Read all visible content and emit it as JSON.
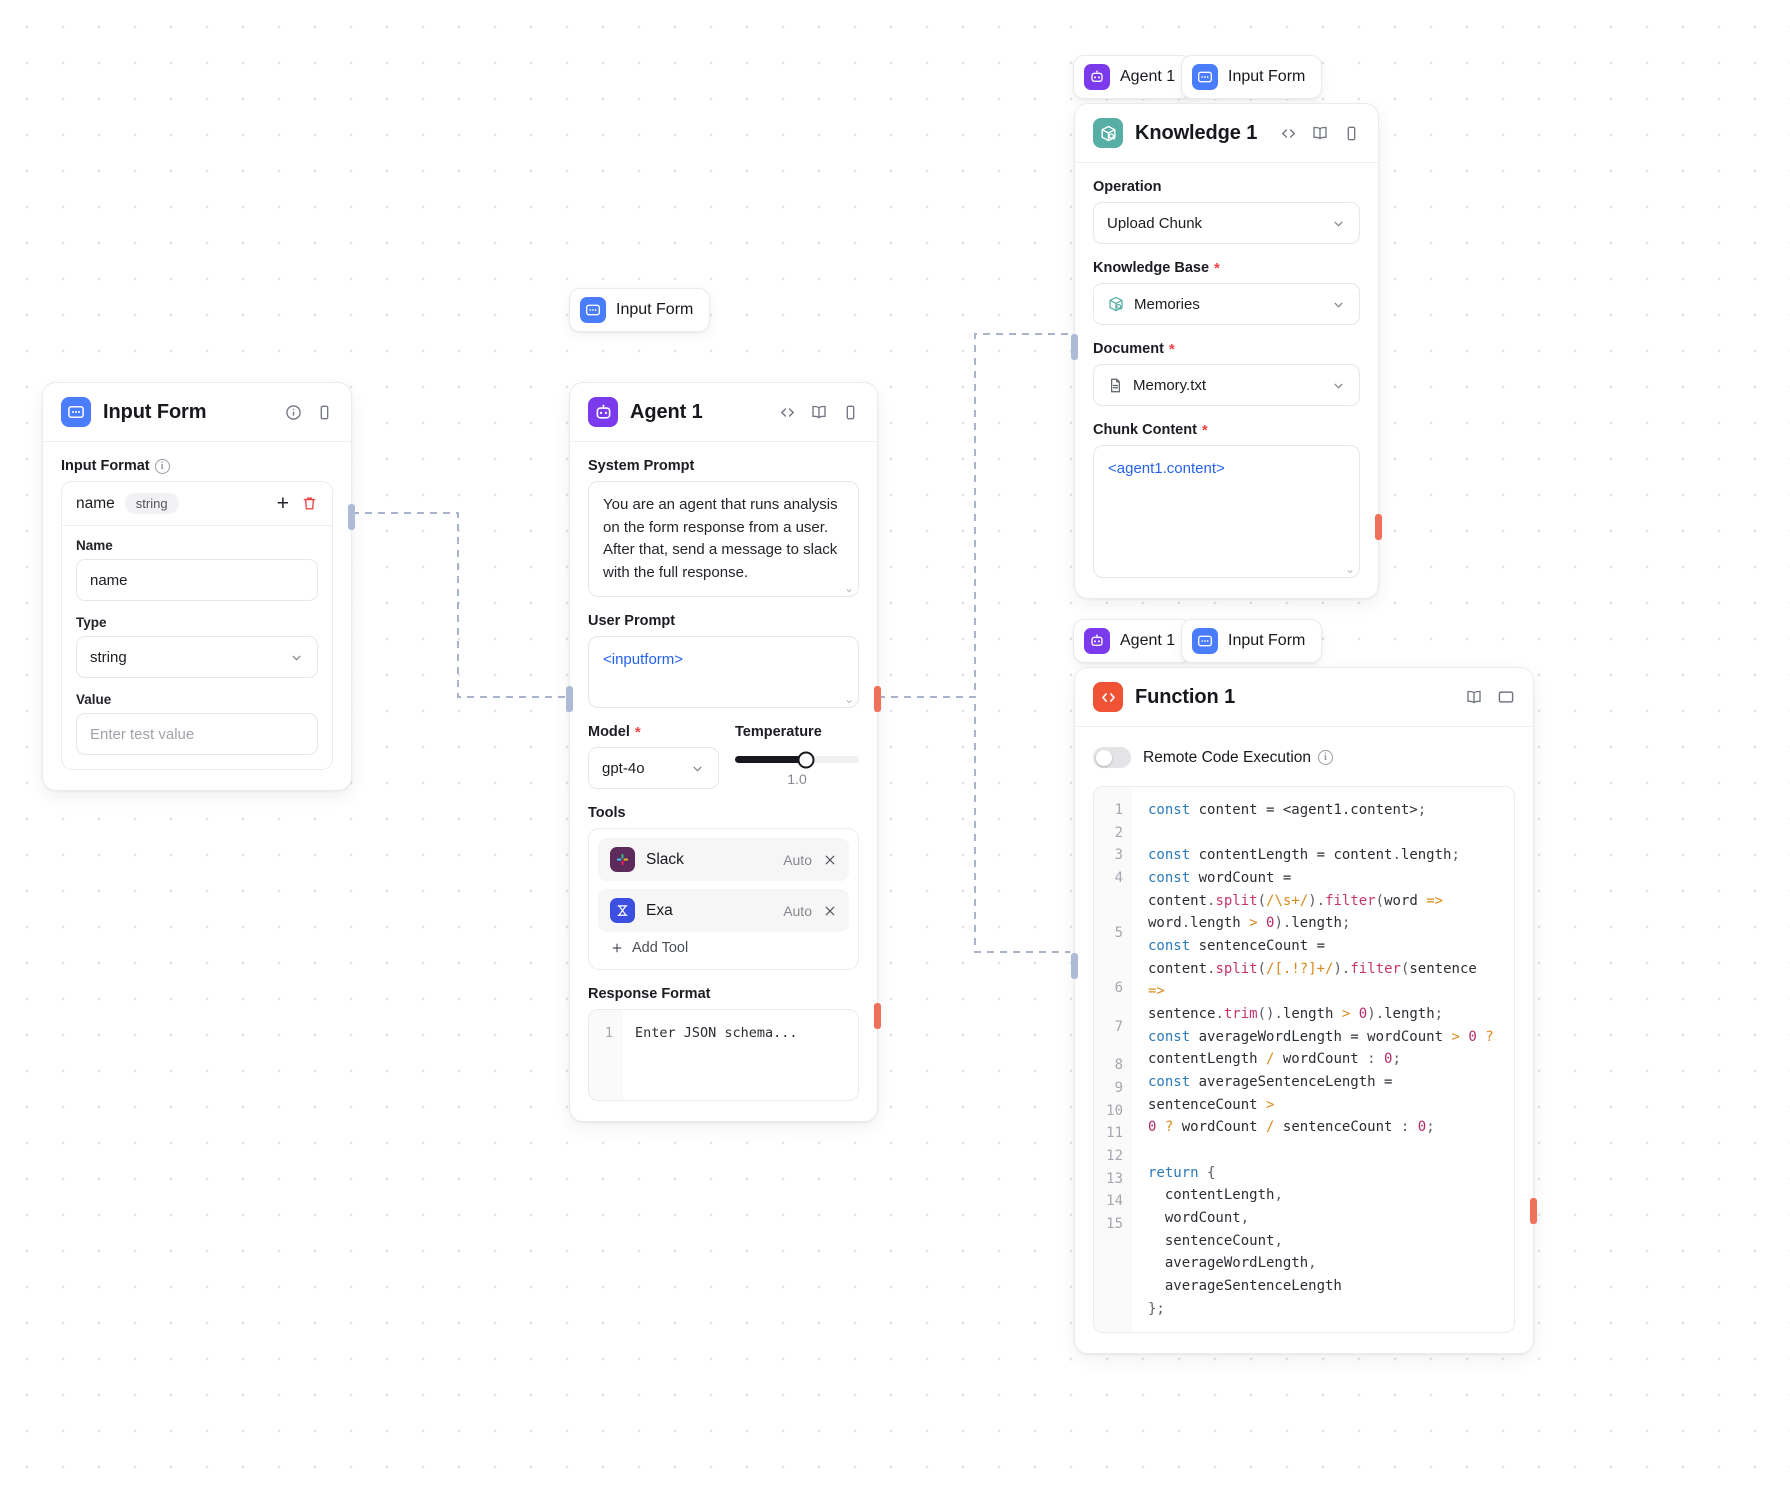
{
  "canvas": {
    "background": "#ffffff",
    "dot_color": "#e3e3e6"
  },
  "nodes": {
    "input_form": {
      "title": "Input Form",
      "icon": "input-form-icon",
      "accent": "#4a7dfb",
      "header_icons": [
        "info-icon",
        "panel-icon"
      ],
      "input_format_label": "Input Format",
      "format_row": {
        "name": "name",
        "type_chip": "string"
      },
      "name_label": "Name",
      "name_value": "name",
      "type_label": "Type",
      "type_value": "string",
      "value_label": "Value",
      "value_placeholder": "Enter test value"
    },
    "agent": {
      "title": "Agent 1",
      "icon": "agent-icon",
      "accent": "#7c3aed",
      "header_icons": [
        "code-icon",
        "book-icon",
        "panel-icon"
      ],
      "system_prompt_label": "System Prompt",
      "system_prompt_value": "You are an agent that runs analysis on the form response from a user. After that, send a message to slack with the full response.",
      "user_prompt_label": "User Prompt",
      "user_prompt_value": "<inputform>",
      "model_label": "Model",
      "model_value": "gpt-4o",
      "temperature_label": "Temperature",
      "temperature_value": "1.0",
      "temperature_percent": 57,
      "tools_label": "Tools",
      "tools": [
        {
          "name": "Slack",
          "mode": "Auto",
          "icon": "slack-icon",
          "color": "#5c2a5b"
        },
        {
          "name": "Exa",
          "mode": "Auto",
          "icon": "exa-icon",
          "color": "#3c4fe0"
        }
      ],
      "add_tool_label": "Add Tool",
      "response_format_label": "Response Format",
      "response_format_line_no": "1",
      "response_format_placeholder": "Enter JSON schema..."
    },
    "knowledge": {
      "title": "Knowledge 1",
      "icon": "knowledge-icon",
      "accent": "#56aea4",
      "header_icons": [
        "code-icon",
        "book-icon",
        "panel-icon"
      ],
      "operation_label": "Operation",
      "operation_value": "Upload Chunk",
      "knowledge_base_label": "Knowledge Base",
      "knowledge_base_value": "Memories",
      "document_label": "Document",
      "document_value": "Memory.txt",
      "chunk_content_label": "Chunk Content",
      "chunk_content_value": "<agent1.content>"
    },
    "function": {
      "title": "Function 1",
      "icon": "function-icon",
      "accent": "#f05236",
      "header_icons": [
        "book-icon",
        "expand-icon"
      ],
      "remote_code_label": "Remote Code Execution",
      "remote_code_enabled": false,
      "code_lines": [
        {
          "n": "1",
          "text": "const content = <agent1.content>;"
        },
        {
          "n": "2",
          "text": ""
        },
        {
          "n": "3",
          "text": "const contentLength = content.length;"
        },
        {
          "n": "4",
          "text": "const wordCount = content.split(/\\s+/).filter(word => word.length > 0).length;"
        },
        {
          "n": "5",
          "text": "const sentenceCount = content.split(/[.!?]+/).filter(sentence => sentence.trim().length > 0).length;"
        },
        {
          "n": "6",
          "text": "const averageWordLength = wordCount > 0 ? contentLength / wordCount : 0;"
        },
        {
          "n": "7",
          "text": "const averageSentenceLength = sentenceCount > 0 ? wordCount / sentenceCount : 0;"
        },
        {
          "n": "8",
          "text": ""
        },
        {
          "n": "9",
          "text": "return {"
        },
        {
          "n": "10",
          "text": "  contentLength,"
        },
        {
          "n": "11",
          "text": "  wordCount,"
        },
        {
          "n": "12",
          "text": "  sentenceCount,"
        },
        {
          "n": "13",
          "text": "  averageWordLength,"
        },
        {
          "n": "14",
          "text": "  averageSentenceLength"
        },
        {
          "n": "15",
          "text": "};"
        }
      ]
    }
  },
  "badges": [
    {
      "label": "Input Form",
      "icon": "input-form-icon",
      "group": "agent-top"
    },
    {
      "label": "Agent 1",
      "icon": "agent-icon",
      "group": "knowledge-top"
    },
    {
      "label": "Input Form",
      "icon": "input-form-icon",
      "group": "knowledge-top"
    },
    {
      "label": "Agent 1",
      "icon": "agent-icon",
      "group": "function-top"
    },
    {
      "label": "Input Form",
      "icon": "input-form-icon",
      "group": "function-top"
    }
  ]
}
